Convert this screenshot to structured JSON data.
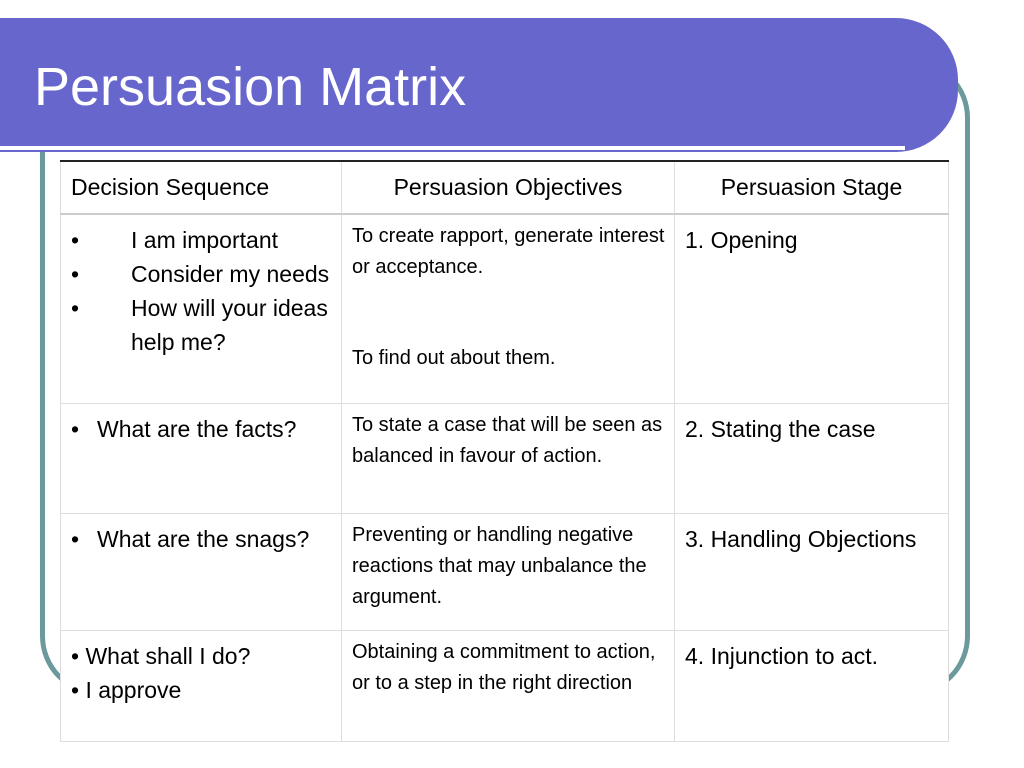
{
  "slide": {
    "title": "Persuasion Matrix"
  },
  "table": {
    "headers": [
      "Decision Sequence",
      "Persuasion Objectives",
      "Persuasion Stage"
    ],
    "rows": [
      {
        "sequence": [
          "I am important",
          "Consider my needs",
          "How will your ideas help me?"
        ],
        "objectives": [
          "To create rapport, generate interest or acceptance.",
          "To find out about them."
        ],
        "stage": "1. Opening"
      },
      {
        "sequence": [
          "What are the facts?"
        ],
        "objectives": [
          "To state a case that will be seen as balanced in favour of action."
        ],
        "stage": "2. Stating the case"
      },
      {
        "sequence": [
          "What are the snags?"
        ],
        "objectives": [
          "Preventing or handling negative reactions that may unbalance the argument."
        ],
        "stage": "3. Handling Objections"
      },
      {
        "sequence": [
          "• What shall I do?",
          "• I approve"
        ],
        "objectives": [
          "Obtaining a commitment to action, or to a step in the right direction"
        ],
        "stage": "4. Injunction to act."
      }
    ]
  },
  "bullet_glyph": "•",
  "colors": {
    "title_bar": "#6666cc",
    "frame": "#6c9a9c",
    "title_text": "#ffffff"
  }
}
